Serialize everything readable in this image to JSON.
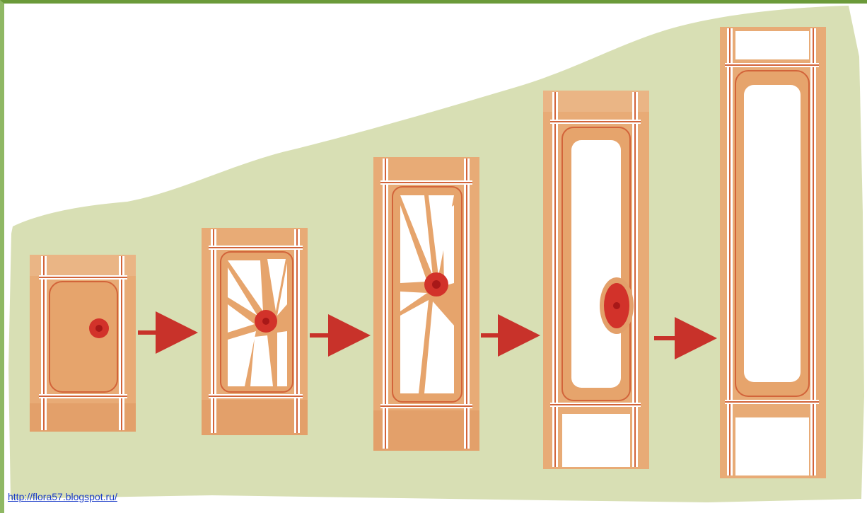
{
  "colors": {
    "background_paper": "#d8dfb4",
    "cytoplasm": "#e6a46c",
    "cell_wall_outline": "#d2643a",
    "vacuole": "#ffffff",
    "nucleus": "#d2322a",
    "arrow": "#c8322a",
    "frame_accent": "#6b9a3a",
    "link": "#1a3cc8"
  },
  "diagram": {
    "stages": [
      {
        "stage": 1,
        "vacuole": "none"
      },
      {
        "stage": 2,
        "vacuole": "many small vacuoles"
      },
      {
        "stage": 3,
        "vacuole": "several vacuoles"
      },
      {
        "stage": 4,
        "vacuole": "large central vacuole"
      },
      {
        "stage": 5,
        "vacuole": "single large vacuole"
      }
    ],
    "arrows": 4
  },
  "footer": {
    "source_link": "http://flora57.blogspot.ru/"
  }
}
